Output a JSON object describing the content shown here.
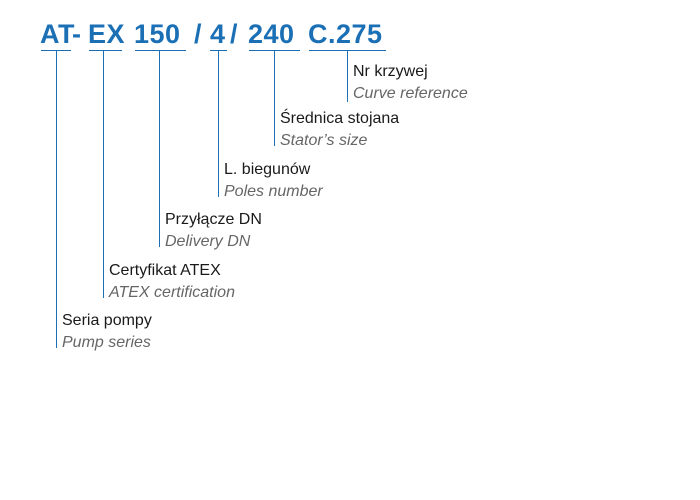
{
  "code": {
    "series": "AT",
    "dash": "-",
    "atex": "EX",
    "dn": "150",
    "slash1": "/",
    "poles": "4",
    "slash2": "/",
    "stator": "240",
    "curve": "C.275"
  },
  "labels": [
    {
      "pl": "Nr krzywej",
      "en": "Curve reference"
    },
    {
      "pl": "Średnica stojana",
      "en": "Stator’s size"
    },
    {
      "pl": "L. biegunów",
      "en": "Poles number"
    },
    {
      "pl": "Przyłącze  DN",
      "en": "Delivery DN"
    },
    {
      "pl": "Certyfikat ATEX",
      "en": "ATEX certification"
    },
    {
      "pl": "Seria pompy",
      "en": "Pump series"
    }
  ],
  "colors": {
    "accent": "#1b6fb5",
    "text": "#1a1a1a",
    "subtext": "#666666"
  }
}
